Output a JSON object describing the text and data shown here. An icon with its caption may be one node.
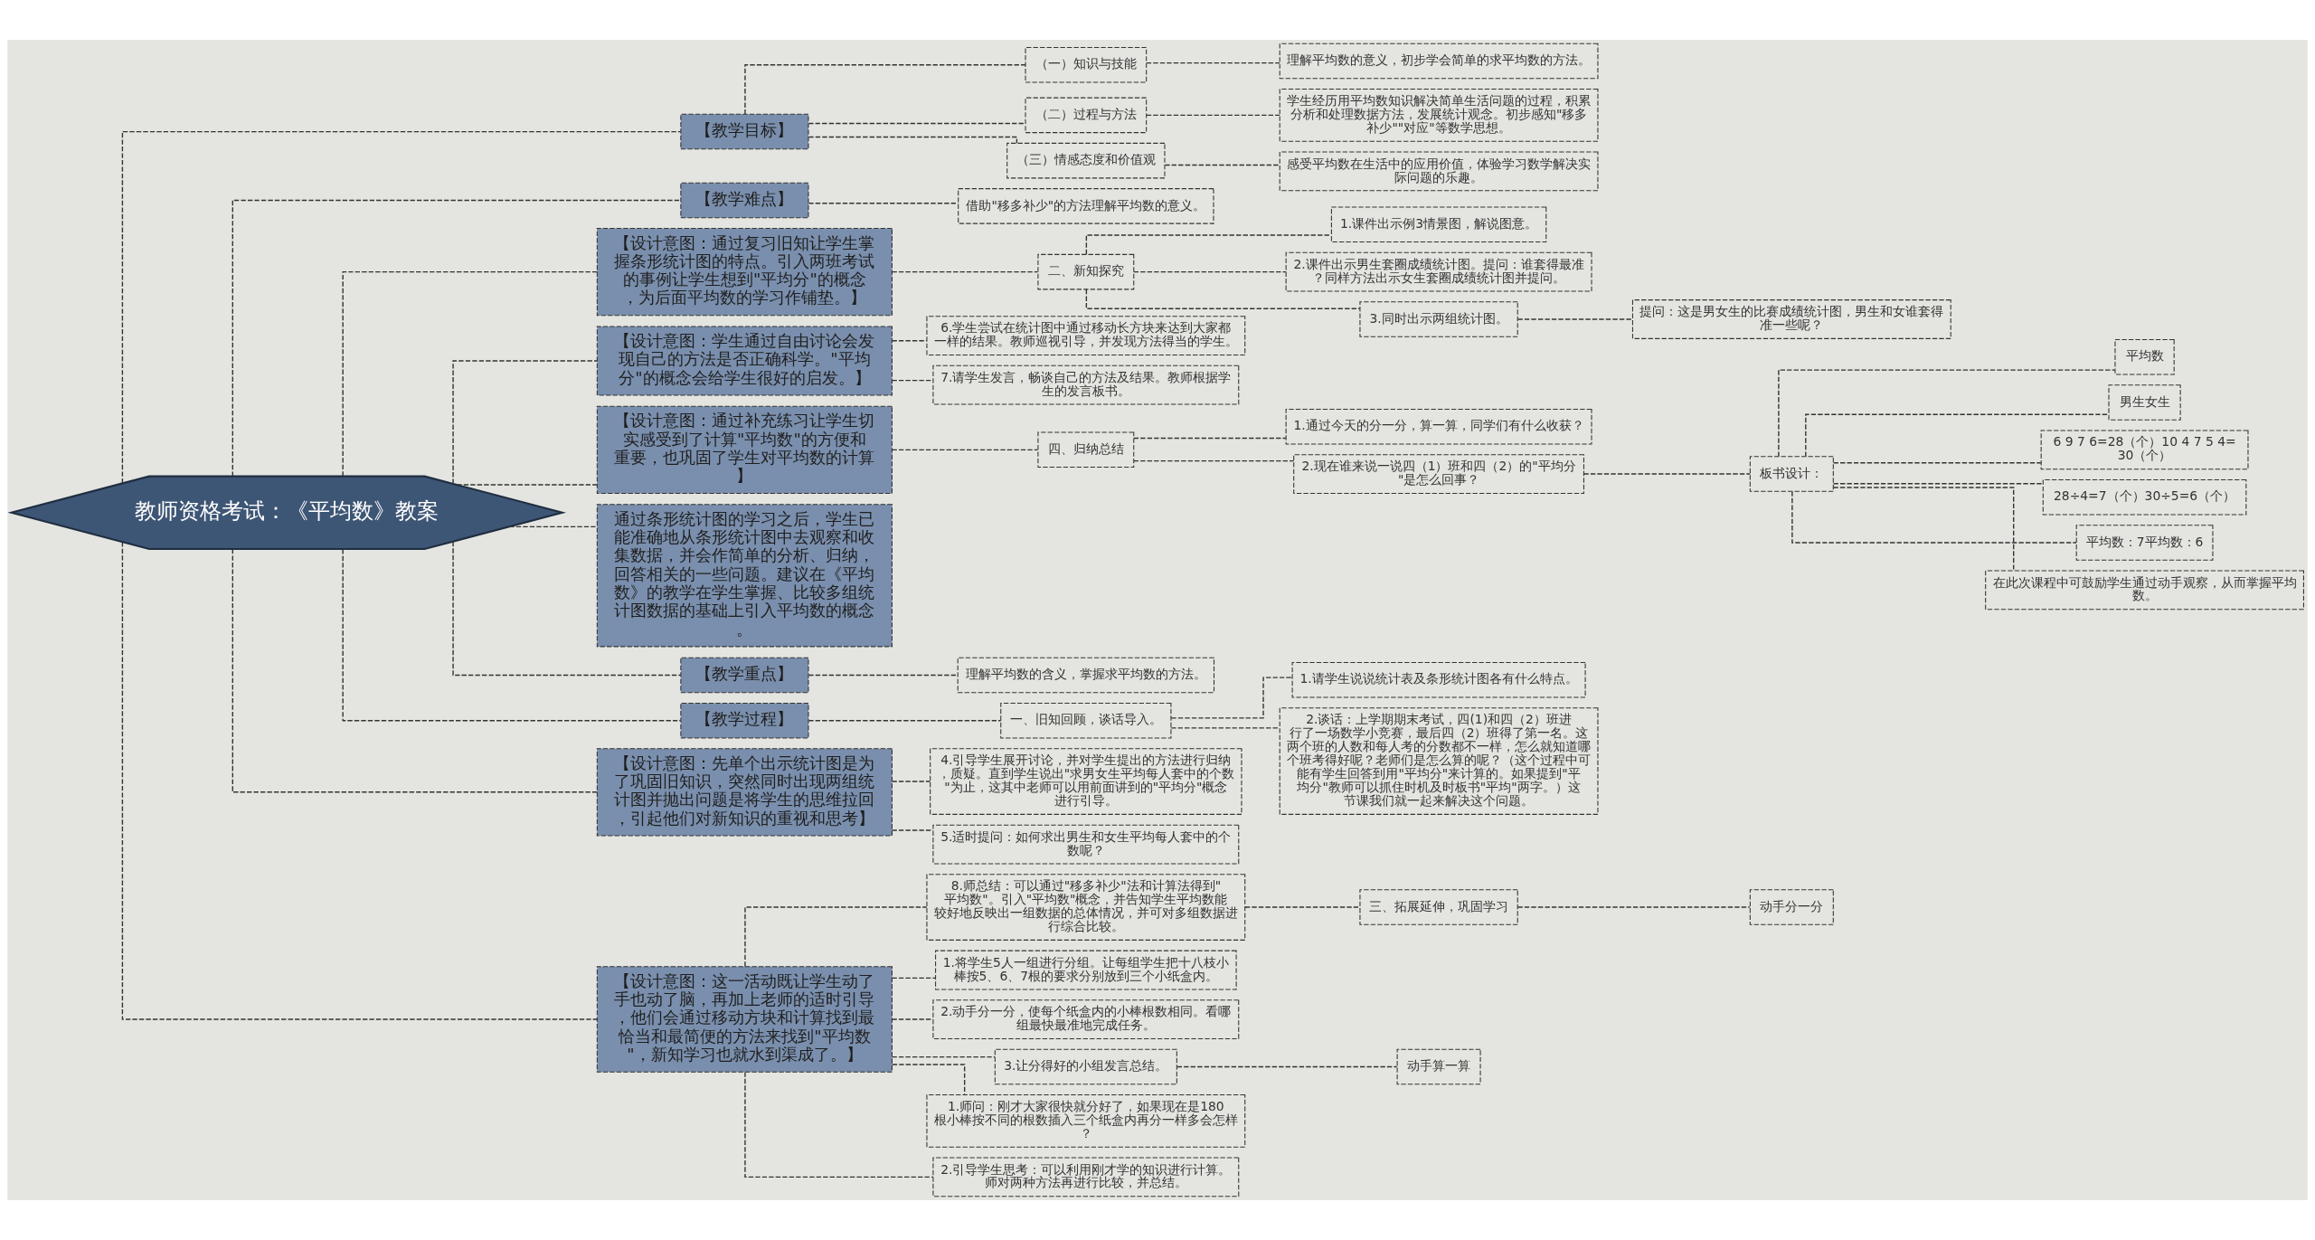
{
  "diagram": {
    "nodes": [
      {
        "text": [
          "教师资格考试：《平均数》教案"
        ]
      },
      {
        "text": [
          "【教学目标】"
        ]
      },
      {
        "text": [
          "（一）知识与技能"
        ]
      },
      {
        "text": [
          "理解平均数的意义，初步学会简单的求平均数的方法。"
        ]
      },
      {
        "text": [
          "（二）过程与方法"
        ]
      },
      {
        "text": [
          "学生经历用平均数知识解决简单生活问题的过程，积累分析和处理数据方法，发展统计观念。初步感知\"移多补少\"\"对应\"等数学思想。"
        ]
      },
      {
        "text": [
          "（三）情感态度和价值观"
        ]
      },
      {
        "text": [
          "感受平均数在生活中的应用价值，体验学习数学解决实际问题的乐趣。"
        ]
      },
      {
        "text": [
          "【教学难点】"
        ]
      },
      {
        "text": [
          "借助\"移多补少\"的方法理解平均数的意义。"
        ]
      },
      {
        "text": [
          "【设计意图：通过复习旧知让学生掌握条形统计图的特点。引入两班考试的事例让学生想到\"平均分\"的概念，为后面平均数的学习作铺垫。】"
        ]
      },
      {
        "text": [
          "二、新知探究"
        ]
      },
      {
        "text": [
          "1.课件出示例3情景图，解说图意。"
        ]
      },
      {
        "text": [
          "2.课件出示男生套圈成绩统计图。提问：谁套得最准？同样方法出示女生套圈成绩统计图并提问。"
        ]
      },
      {
        "text": [
          "3.同时出示两组统计图。"
        ]
      },
      {
        "text": [
          "提问：这是男女生的比赛成绩统计图，男生和女谁套得准一些呢？"
        ]
      },
      {
        "text": [
          "【设计意图：学生通过自由讨论会发现自己的方法是否正确科学。\"平均分\"的概念会给学生很好的启发。】"
        ]
      },
      {
        "text": [
          "6.学生尝试在统计图中通过移动长方块来达到大家都一样的结果。教师巡视引导，并发现方法得当的学生。"
        ]
      },
      {
        "text": [
          "7.请学生发言，畅谈自己的方法及结果。教师根据学生的发言板书。"
        ]
      },
      {
        "text": [
          "【设计意图：通过补充练习让学生切实感受到了计算\"平均数\"的方便和重要，也巩固了学生对平均数的计算】"
        ]
      },
      {
        "text": [
          "四、归纳总结"
        ]
      },
      {
        "text": [
          "1.通过今天的分一分，算一算，同学们有什么收获？"
        ]
      },
      {
        "text": [
          "2.现在谁来说一说四（1）班和四（2）的\"平均分\"是怎么回事？"
        ]
      },
      {
        "text": [
          "板书设计："
        ]
      },
      {
        "text": [
          "平均数"
        ]
      },
      {
        "text": [
          "男生女生"
        ]
      },
      {
        "text": [
          "6 9 7 6=28（个）10 4 7 5 4=30（个）"
        ]
      },
      {
        "text": [
          "28÷4=7（个）30÷5=6（个）"
        ]
      },
      {
        "text": [
          "平均数：7平均数：6"
        ]
      },
      {
        "text": [
          "在此次课程中可鼓励学生通过动手观察，从而掌握平均数。"
        ]
      },
      {
        "text": [
          "通过条形统计图的学习之后，学生已能准确地从条形统计图中去观察和收集数据，并会作简单的分析、归纳，回答相关的一些问题。建议在《平均数》的教学在学生掌握、比较多组统计图数据的基础上引入平均数的概念。"
        ]
      },
      {
        "text": [
          "【教学重点】"
        ]
      },
      {
        "text": [
          "理解平均数的含义，掌握求平均数的方法。"
        ]
      },
      {
        "text": [
          "【教学过程】"
        ]
      },
      {
        "text": [
          "一、旧知回顾，谈话导入。"
        ]
      },
      {
        "text": [
          "1.请学生说说统计表及条形统计图各有什么特点。"
        ]
      },
      {
        "text": [
          "2.谈话：上学期期末考试，四(1)和四（2）班进行了一场数学小竞赛，最后四（2）班得了第一名。这两个班的人数和每人考的分数都不一样，怎么就知道哪个班考得好呢？老师们是怎么算的呢？（这个过程中可能有学生回答到用\"平均分\"来计算的。如果提到\"平均分\"教师可以抓住时机及时板书\"平均\"两字。）这节课我们就一起来解决这个问题。"
        ]
      },
      {
        "text": [
          "【设计意图：先单个出示统计图是为了巩固旧知识，突然同时出现两组统计图并抛出问题是将学生的思维拉回，引起他们对新知识的重视和思考】"
        ]
      },
      {
        "text": [
          "4.引导学生展开讨论，并对学生提出的方法进行归纳，质疑。直到学生说出\"求男女生平均每人套中的个数\"为止，这其中老师可以用前面讲到的\"平均分\"概念进行引导。"
        ]
      },
      {
        "text": [
          "5.适时提问：如何求出男生和女生平均每人套中的个数呢？"
        ]
      },
      {
        "text": [
          "【设计意图：这一活动既让学生动了手也动了脑，再加上老师的适时引导，他们会通过移动方块和计算找到最恰当和最简便的方法来找到\"平均数\"，新知学习也就水到渠成了。】"
        ]
      },
      {
        "text": [
          "8.师总结：可以通过\"移多补少\"法和计算法得到\"平均数\"。引入\"平均数\"概念，并告知学生平均数能较好地反映出一组数据的总体情况，并可对多组数据进行综合比较。"
        ]
      },
      {
        "text": [
          "三、拓展延伸，巩固学习"
        ]
      },
      {
        "text": [
          "动手分一分"
        ]
      },
      {
        "text": [
          "1.将学生5人一组进行分组。让每组学生把十八枝小棒按5、6、7根的要求分别放到三个小纸盒内。"
        ]
      },
      {
        "text": [
          "2.动手分一分，使每个纸盒内的小棒根数相同。看哪组最快最准地完成任务。"
        ]
      },
      {
        "text": [
          "3.让分得好的小组发言总结。"
        ]
      },
      {
        "text": [
          "动手算一算"
        ]
      },
      {
        "text": [
          "1.师问：刚才大家很快就分好了，如果现在是180根小棒按不同的根数插入三个纸盒内再分一样多会怎样？"
        ]
      },
      {
        "text": [
          "2.引导学生思考：可以利用刚才学的知识进行计算。师对两种方法再进行比较，并总结。"
        ]
      }
    ],
    "edges": [
      {
        "from": 0,
        "to": 1,
        "arrow": "none"
      },
      {
        "from": 1,
        "to": 2,
        "arrow": "none"
      },
      {
        "from": 2,
        "to": 3,
        "arrow": "none"
      },
      {
        "from": 1,
        "to": 4,
        "arrow": "none"
      },
      {
        "from": 4,
        "to": 5,
        "arrow": "none"
      },
      {
        "from": 1,
        "to": 6,
        "arrow": "none"
      },
      {
        "from": 6,
        "to": 7,
        "arrow": "none"
      },
      {
        "from": 0,
        "to": 8,
        "arrow": "none"
      },
      {
        "from": 8,
        "to": 9,
        "arrow": "none"
      },
      {
        "from": 0,
        "to": 10,
        "arrow": "none"
      },
      {
        "from": 10,
        "to": 11,
        "arrow": "none"
      },
      {
        "from": 11,
        "to": 12,
        "arrow": "none"
      },
      {
        "from": 11,
        "to": 13,
        "arrow": "none"
      },
      {
        "from": 11,
        "to": 14,
        "arrow": "none"
      },
      {
        "from": 14,
        "to": 15,
        "arrow": "none"
      },
      {
        "from": 0,
        "to": 16,
        "arrow": "none"
      },
      {
        "from": 16,
        "to": 17,
        "arrow": "none"
      },
      {
        "from": 16,
        "to": 18,
        "arrow": "none"
      },
      {
        "from": 0,
        "to": 19,
        "arrow": "none"
      },
      {
        "from": 19,
        "to": 20,
        "arrow": "none"
      },
      {
        "from": 20,
        "to": 21,
        "arrow": "none"
      },
      {
        "from": 20,
        "to": 22,
        "arrow": "none"
      },
      {
        "from": 22,
        "to": 23,
        "arrow": "none"
      },
      {
        "from": 23,
        "to": 24,
        "arrow": "none"
      },
      {
        "from": 23,
        "to": 25,
        "arrow": "none"
      },
      {
        "from": 23,
        "to": 26,
        "arrow": "none"
      },
      {
        "from": 23,
        "to": 27,
        "arrow": "none"
      },
      {
        "from": 23,
        "to": 28,
        "arrow": "none"
      },
      {
        "from": 23,
        "to": 29,
        "arrow": "none"
      },
      {
        "from": 0,
        "to": 30,
        "arrow": "none"
      },
      {
        "from": 0,
        "to": 31,
        "arrow": "none"
      },
      {
        "from": 31,
        "to": 32,
        "arrow": "none"
      },
      {
        "from": 0,
        "to": 33,
        "arrow": "none"
      },
      {
        "from": 33,
        "to": 34,
        "arrow": "none"
      },
      {
        "from": 34,
        "to": 35,
        "arrow": "none"
      },
      {
        "from": 34,
        "to": 36,
        "arrow": "none"
      },
      {
        "from": 0,
        "to": 37,
        "arrow": "none"
      },
      {
        "from": 37,
        "to": 38,
        "arrow": "none"
      },
      {
        "from": 37,
        "to": 39,
        "arrow": "none"
      },
      {
        "from": 0,
        "to": 40,
        "arrow": "none"
      },
      {
        "from": 40,
        "to": 41,
        "arrow": "none"
      },
      {
        "from": 41,
        "to": 42,
        "arrow": "none"
      },
      {
        "from": 42,
        "to": 43,
        "arrow": "none"
      },
      {
        "from": 40,
        "to": 44,
        "arrow": "none"
      },
      {
        "from": 40,
        "to": 45,
        "arrow": "none"
      },
      {
        "from": 40,
        "to": 46,
        "arrow": "none"
      },
      {
        "from": 46,
        "to": 47,
        "arrow": "none"
      },
      {
        "from": 40,
        "to": 48,
        "arrow": "none"
      },
      {
        "from": 40,
        "to": 49,
        "arrow": "none"
      }
    ]
  }
}
